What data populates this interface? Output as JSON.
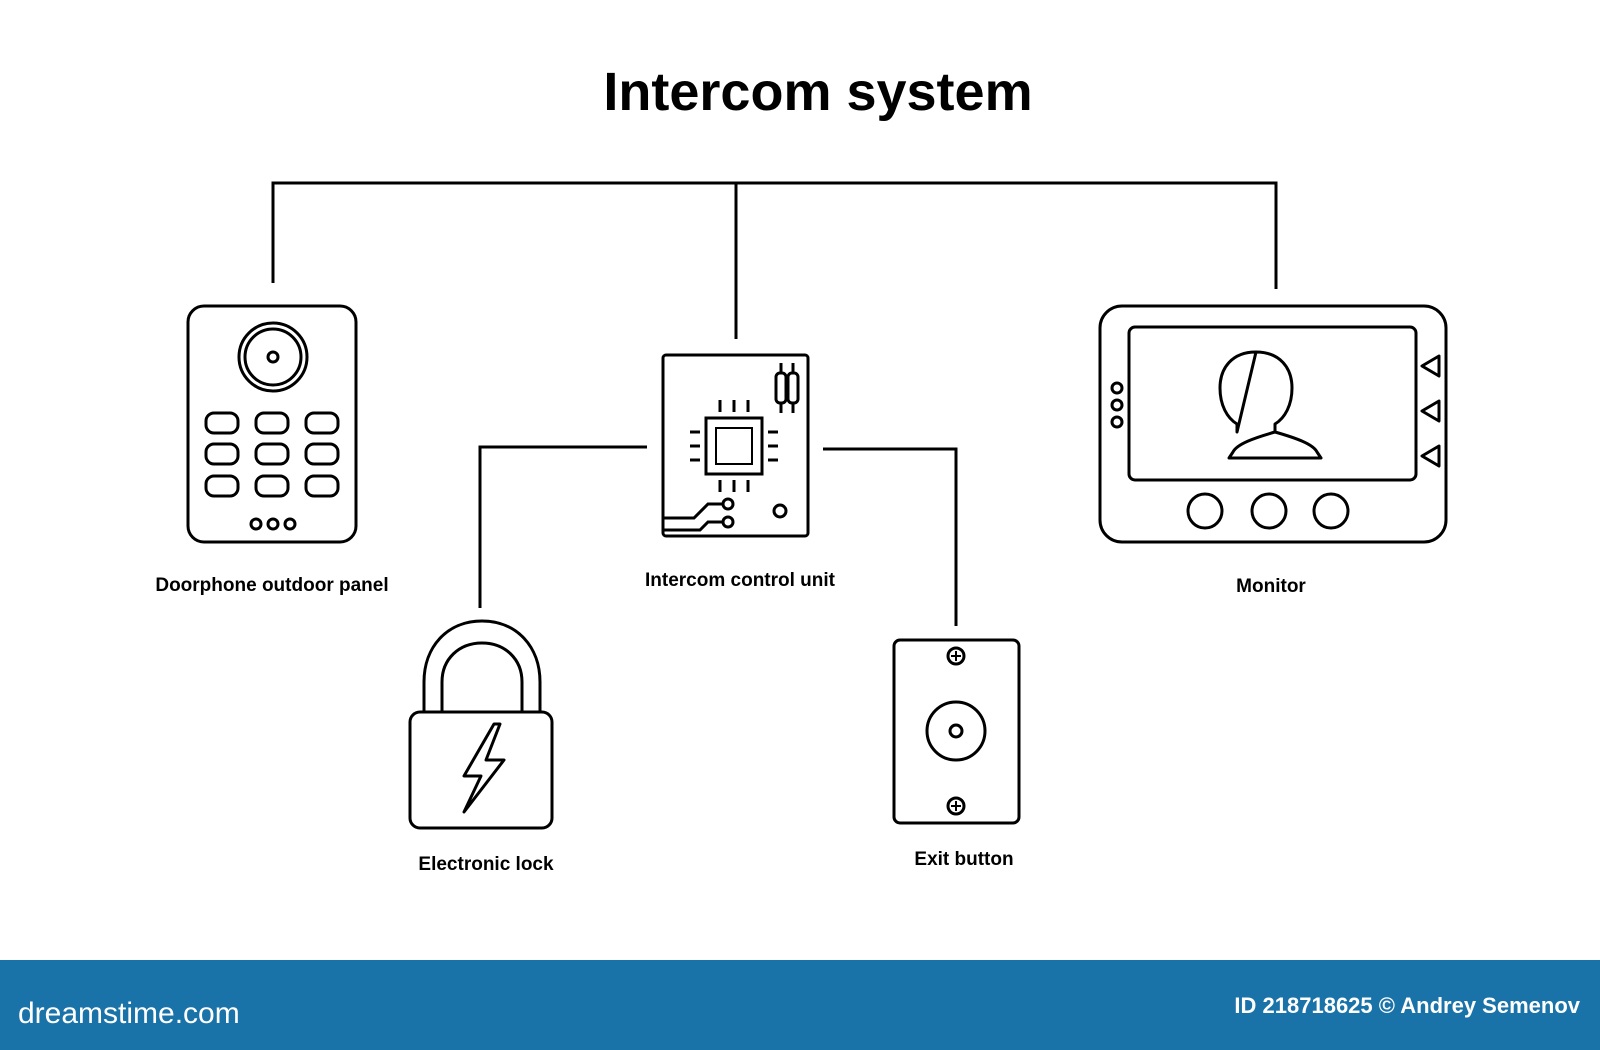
{
  "title": "Intercom system",
  "nodes": {
    "doorphone": "Doorphone outdoor panel",
    "control_unit": "Intercom control unit",
    "monitor": "Monitor",
    "lock": "Electronic lock",
    "exit_button": "Exit button"
  },
  "footer": {
    "logo": "dreamstime.com",
    "credit": "ID 218718625 © Andrey Semenov",
    "background_color": "#1a73a8",
    "text_color": "#ffffff"
  },
  "colors": {
    "line": "#000000",
    "background": "#ffffff"
  }
}
